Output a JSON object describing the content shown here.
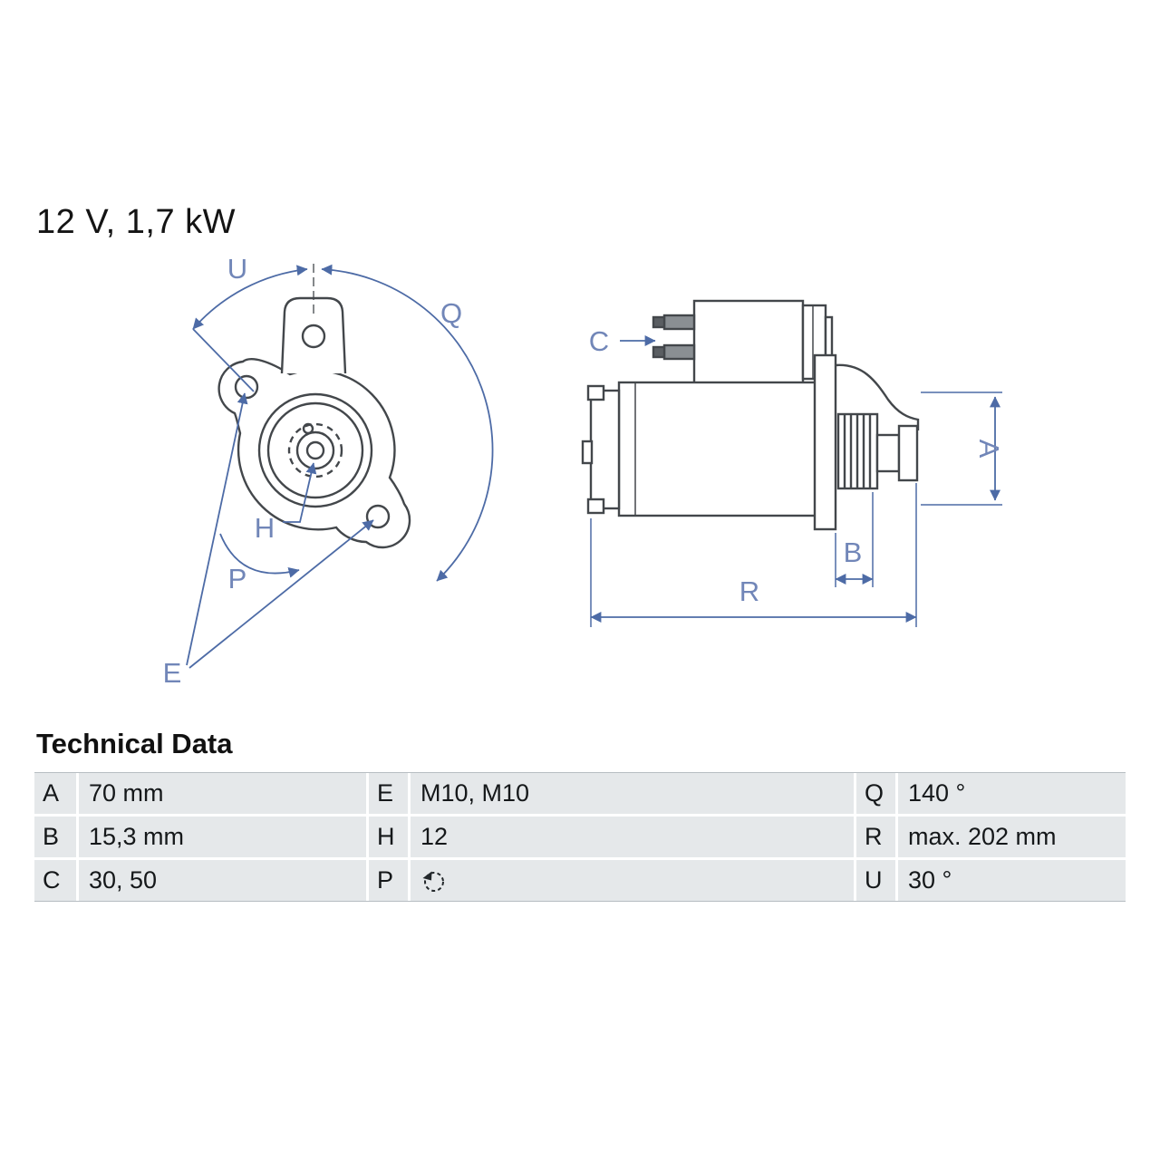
{
  "title": "12 V, 1,7 kW",
  "diagram": {
    "colors": {
      "dimension_blue": "#4d6ba6",
      "label_blue": "#7186b8",
      "drawing_gray": "#43474b",
      "table_row_gray": "#e5e8ea"
    },
    "front_view": {
      "labels": {
        "U": "U",
        "Q": "Q",
        "H": "H",
        "P": "P",
        "E": "E"
      }
    },
    "side_view": {
      "labels": {
        "C": "C",
        "A": "A",
        "B": "B",
        "R": "R"
      }
    }
  },
  "technical_data": {
    "heading": "Technical Data",
    "rows": [
      {
        "cells": [
          {
            "key": "A",
            "value": "70 mm"
          },
          {
            "key": "E",
            "value": "M10, M10"
          },
          {
            "key": "Q",
            "value": "140 °"
          }
        ]
      },
      {
        "cells": [
          {
            "key": "B",
            "value": "15,3 mm"
          },
          {
            "key": "H",
            "value": "12"
          },
          {
            "key": "R",
            "value": "max. 202 mm"
          }
        ]
      },
      {
        "cells": [
          {
            "key": "C",
            "value": "30, 50"
          },
          {
            "key": "P",
            "value": "",
            "icon": "rotation-direction-icon"
          },
          {
            "key": "U",
            "value": "30 °"
          }
        ]
      }
    ]
  }
}
